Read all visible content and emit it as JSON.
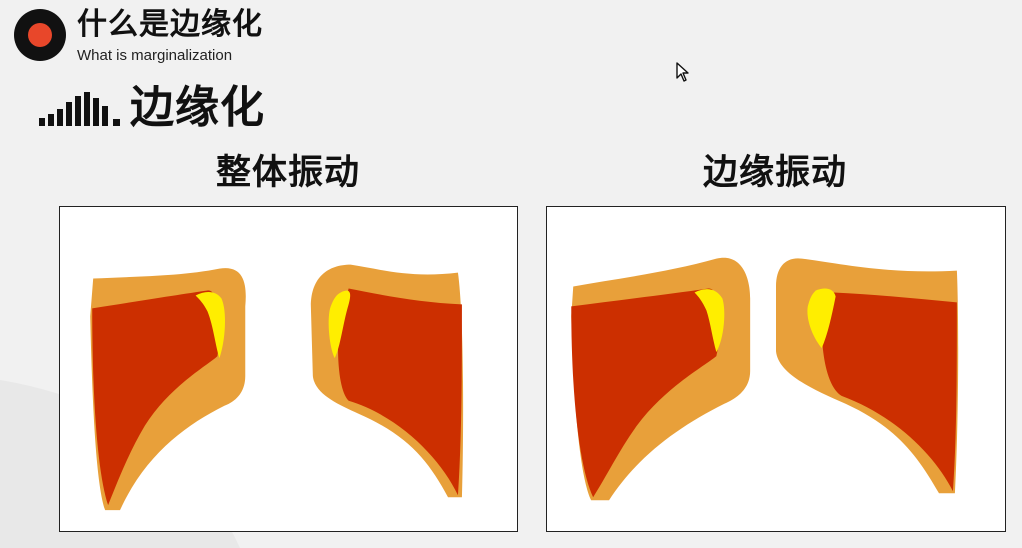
{
  "header": {
    "title": "什么是边缘化",
    "subtitle": "What is marginalization"
  },
  "section": {
    "title": "边缘化"
  },
  "panels": [
    {
      "caption": "整体振动"
    },
    {
      "caption": "边缘振动"
    }
  ],
  "colors": {
    "logo_ring": "#111111",
    "logo_dot": "#e8472a",
    "outer_tissue": "#e8a03a",
    "inner_tissue": "#cc2f00",
    "highlight": "#ffee00"
  },
  "icons": [
    "logo-icon",
    "signal-bars-icon",
    "mouse-cursor-icon"
  ]
}
